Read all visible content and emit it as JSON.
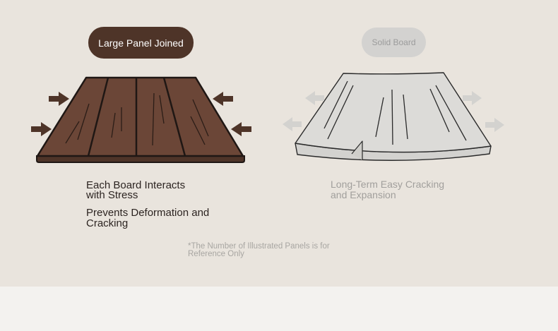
{
  "left_panel": {
    "label": "Large Panel Joined",
    "caption_line1": "Each Board Interacts",
    "caption_line2": "with Stress",
    "caption_line3": "Prevents Deformation and",
    "caption_line4": "Cracking"
  },
  "right_panel": {
    "label": "Solid Board",
    "caption_line1": "Long-Term Easy Cracking",
    "caption_line2": "and Expansion"
  },
  "footnote": {
    "line1": "*The Number of Illustrated Panels is for",
    "line2": "Reference Only"
  },
  "colors": {
    "wood_dark": "#6b4637",
    "wood_edge": "#4e3428",
    "pill_dark": "#4e3428",
    "board_gray": "#dcdbd8",
    "arrow_gray": "#cfcecb",
    "background": "#e9e4dd"
  }
}
